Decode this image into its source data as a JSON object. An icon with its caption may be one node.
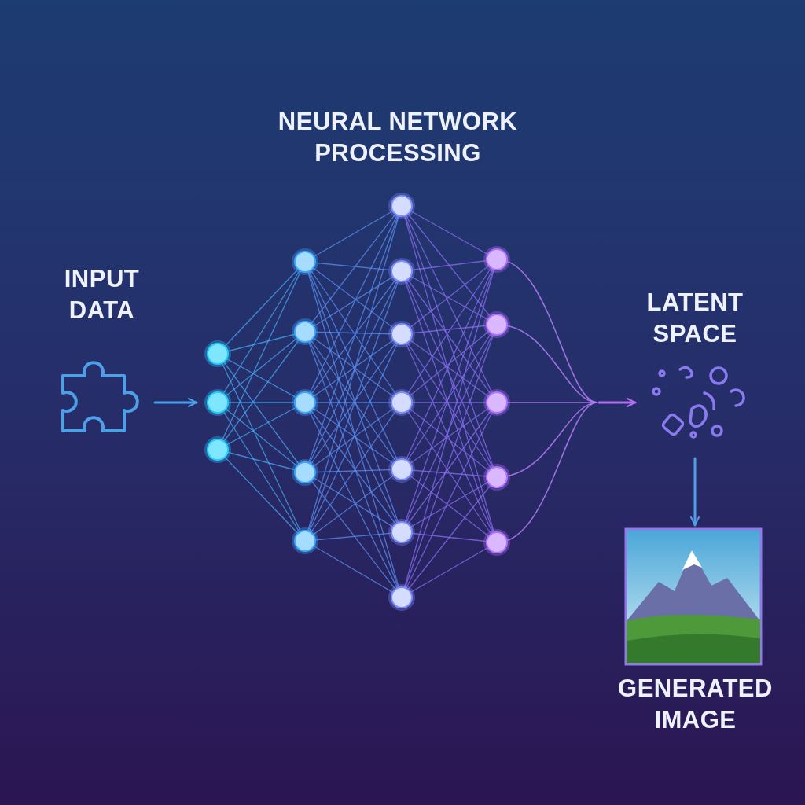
{
  "diagram": {
    "nodes": [
      {
        "text": [
          "INPUT DATA"
        ]
      },
      {
        "text": [
          "NEURAL NETWORK PROCESSING"
        ]
      },
      {
        "text": [
          "LATENT SPACE"
        ]
      },
      {
        "text": [
          "GENERATED IMAGE"
        ]
      }
    ],
    "edges": [
      {
        "from": 0,
        "to": 1,
        "arrow": "to"
      },
      {
        "from": 1,
        "to": 2,
        "arrow": "to",
        "color": "#b070f0"
      },
      {
        "from": 2,
        "to": 3,
        "arrow": "to"
      }
    ]
  }
}
